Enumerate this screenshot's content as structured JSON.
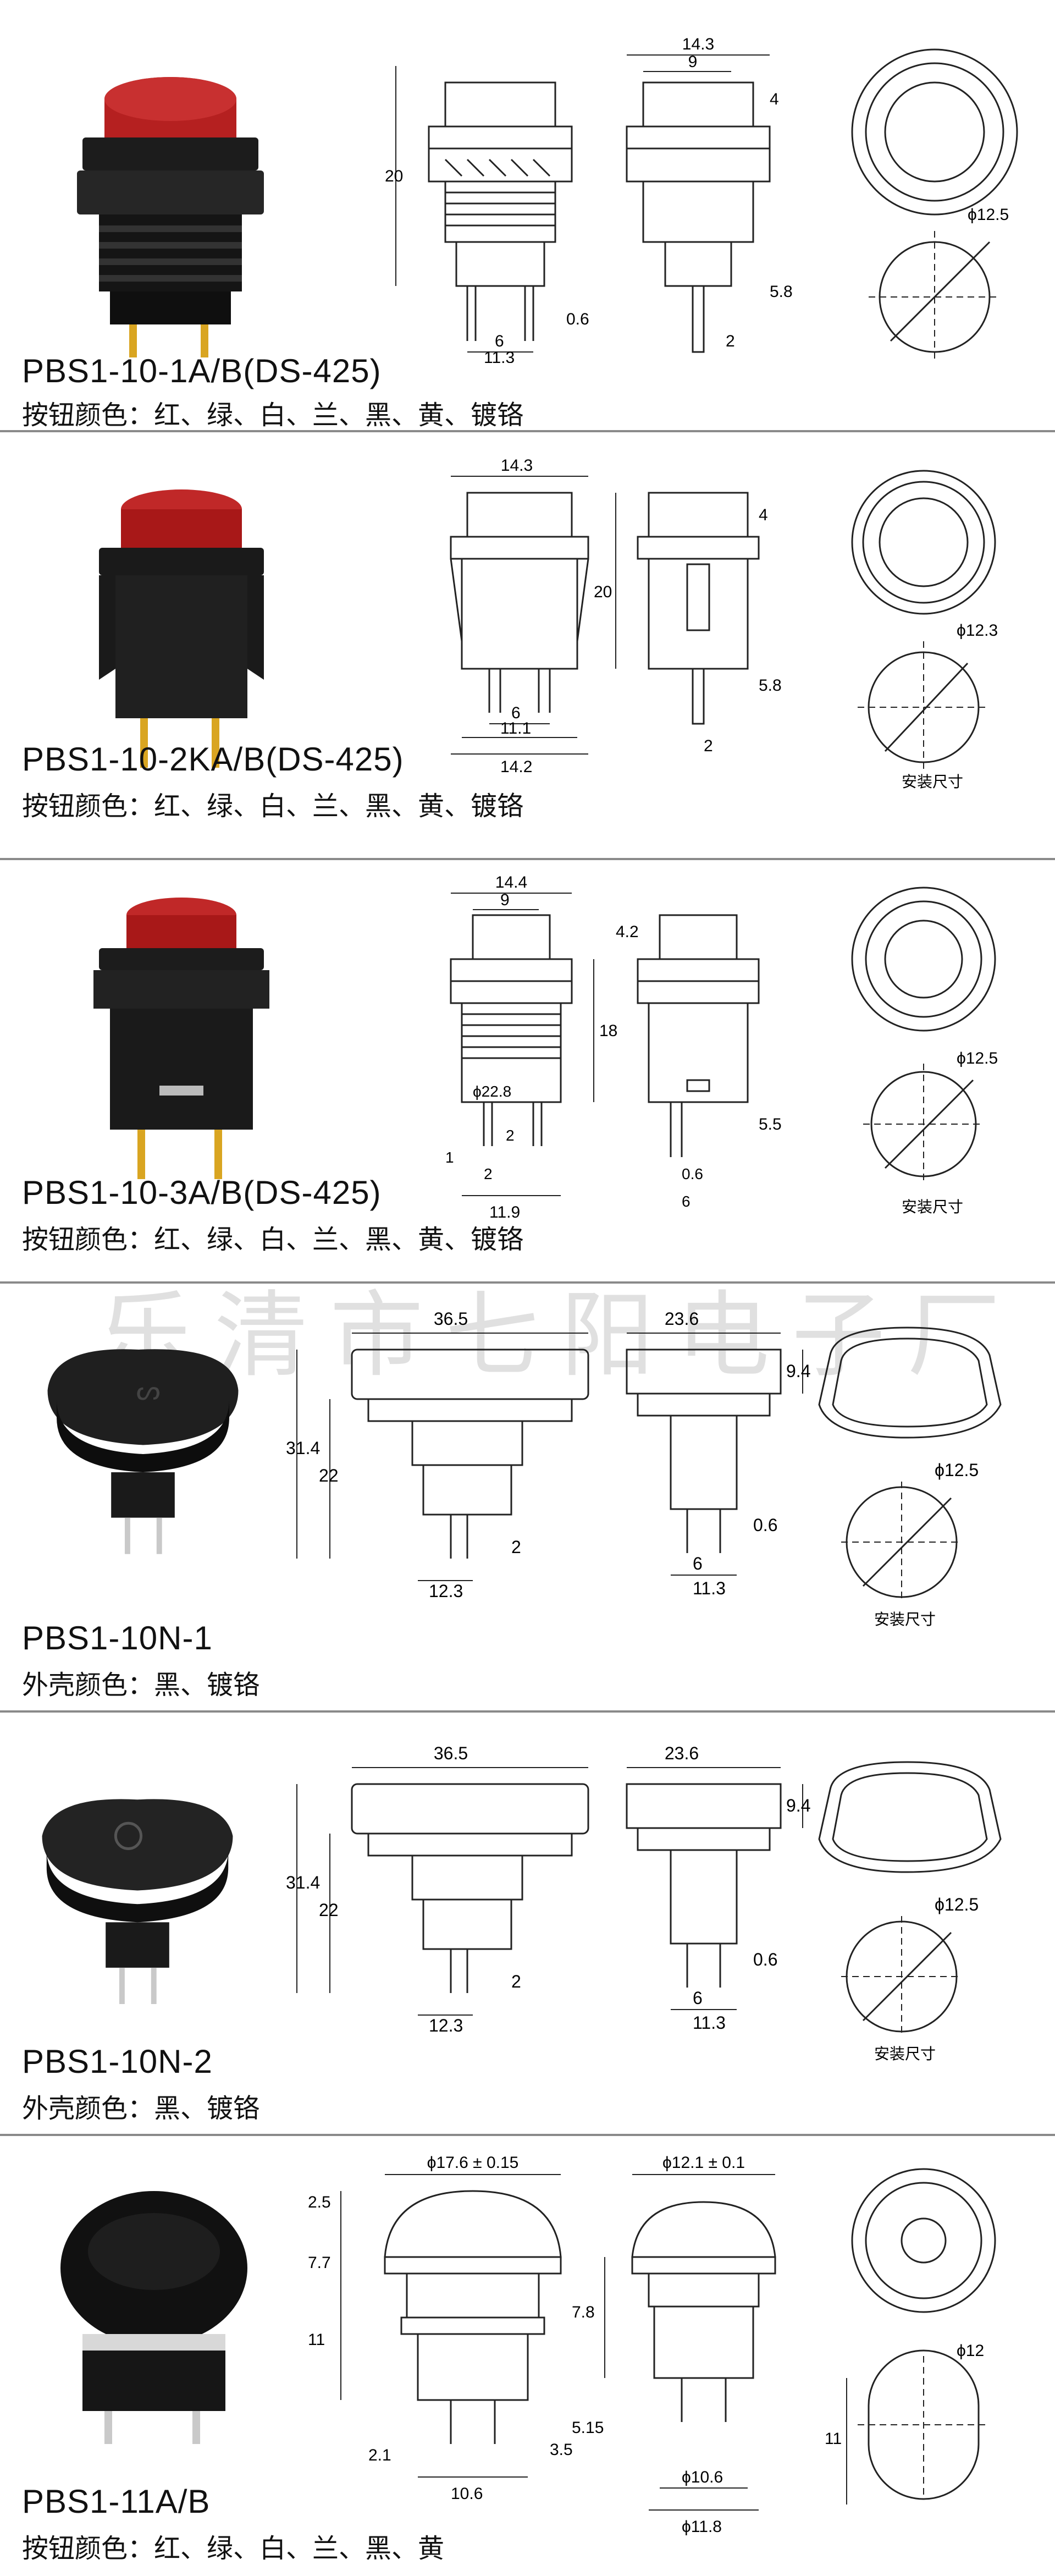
{
  "watermark": "乐清市七阳电子厂",
  "sections": [
    {
      "model": "PBS1-10-1A/B(DS-425)",
      "colors": "按钮颜色：红、绿、白、兰、黑、黄、镀铬",
      "dims": {
        "d1": "14.3",
        "d2": "9",
        "d3": "4",
        "d4": "20",
        "d5": "0.6",
        "d6": "6",
        "d7": "11.3",
        "d8": "5.8",
        "d9": "2",
        "d10": "ϕ12.5"
      }
    },
    {
      "model": "PBS1-10-2KA/B(DS-425)",
      "colors": "按钮颜色：红、绿、白、兰、黑、黄、镀铬",
      "dims": {
        "d1": "14.3",
        "d2": "4",
        "d3": "20",
        "d4": "6",
        "d5": "11.1",
        "d6": "14.2",
        "d7": "5.8",
        "d8": "2",
        "d9": "ϕ12.3",
        "d10": "安装尺寸"
      }
    },
    {
      "model": "PBS1-10-3A/B(DS-425)",
      "colors": "按钮颜色：红、绿、白、兰、黑、黄、镀铬",
      "dims": {
        "d1": "14.4",
        "d2": "9",
        "d3": "4.2",
        "d4": "18",
        "d5": "ϕ22.8",
        "d6": "2",
        "d7": "1",
        "d8": "2",
        "d9": "11.9",
        "d10": "5.5",
        "d11": "0.6",
        "d12": "6",
        "d13": "ϕ12.5",
        "d14": "安装尺寸"
      }
    },
    {
      "model": "PBS1-10N-1",
      "colors": "外壳颜色：黑、镀铬",
      "dims": {
        "d1": "36.5",
        "d2": "31.4",
        "d3": "22",
        "d4": "2",
        "d5": "12.3",
        "d6": "23.6",
        "d7": "9.4",
        "d8": "0.6",
        "d9": "6",
        "d10": "11.3",
        "d11": "ϕ12.5",
        "d12": "安装尺寸"
      }
    },
    {
      "model": "PBS1-10N-2",
      "colors": "外壳颜色：黑、镀铬",
      "dims": {
        "d1": "36.5",
        "d2": "31.4",
        "d3": "22",
        "d4": "2",
        "d5": "12.3",
        "d6": "23.6",
        "d7": "9.4",
        "d8": "0.6",
        "d9": "6",
        "d10": "11.3",
        "d11": "ϕ12.5",
        "d12": "安装尺寸"
      }
    },
    {
      "model": "PBS1-11A/B",
      "colors": "按钮颜色：红、绿、白、兰、黑、黄",
      "dims": {
        "d1": "ϕ17.6 ± 0.15",
        "d2": "2.5",
        "d3": "7.7",
        "d4": "11",
        "d5": "3.5",
        "d6": "2.1",
        "d7": "10.6",
        "d8": "ϕ12.1 ± 0.1",
        "d9": "7.8",
        "d10": "5.15",
        "d11": "ϕ10.6",
        "d12": "ϕ11.8",
        "d13": "ϕ12",
        "d14": "11"
      }
    }
  ]
}
